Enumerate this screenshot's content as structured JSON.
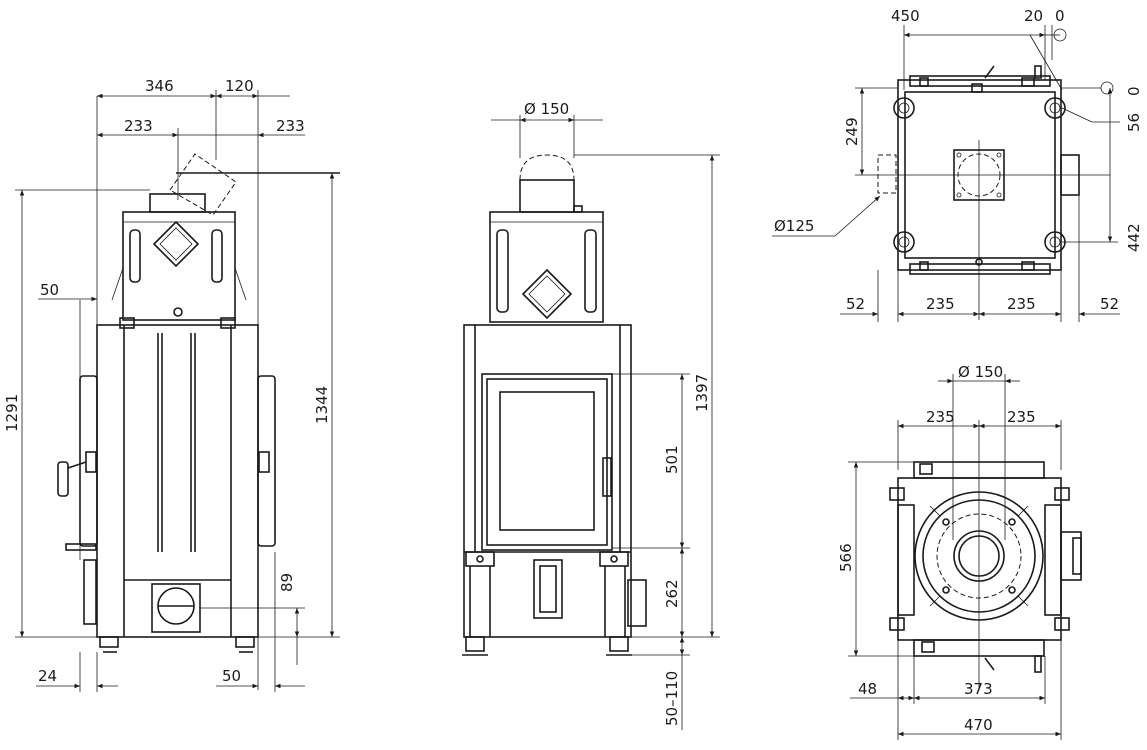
{
  "dimensions": {
    "front_346": "346",
    "front_120": "120",
    "front_233_left": "233",
    "front_233_right": "233",
    "front_50_left": "50",
    "front_1291": "1291",
    "front_1344": "1344",
    "front_89": "89",
    "front_24": "24",
    "front_50_bottom": "50",
    "side_dia_150": "Ø 150",
    "side_1397": "1397",
    "side_501": "501",
    "side_262": "262",
    "side_50_110": "50–110",
    "top_450": "450",
    "top_20": "20",
    "top_0": "0",
    "top_0_right": "0",
    "top_56": "56",
    "top_249": "249",
    "top_442": "442",
    "top_dia_125": "Ø125",
    "top_52_left": "52",
    "top_235_left": "235",
    "top_235_right": "235",
    "top_52_right": "52",
    "bottom_dia_150": "Ø 150",
    "bottom_235_left": "235",
    "bottom_235_right": "235",
    "bottom_566": "566",
    "bottom_48": "48",
    "bottom_373": "373",
    "bottom_470": "470"
  }
}
